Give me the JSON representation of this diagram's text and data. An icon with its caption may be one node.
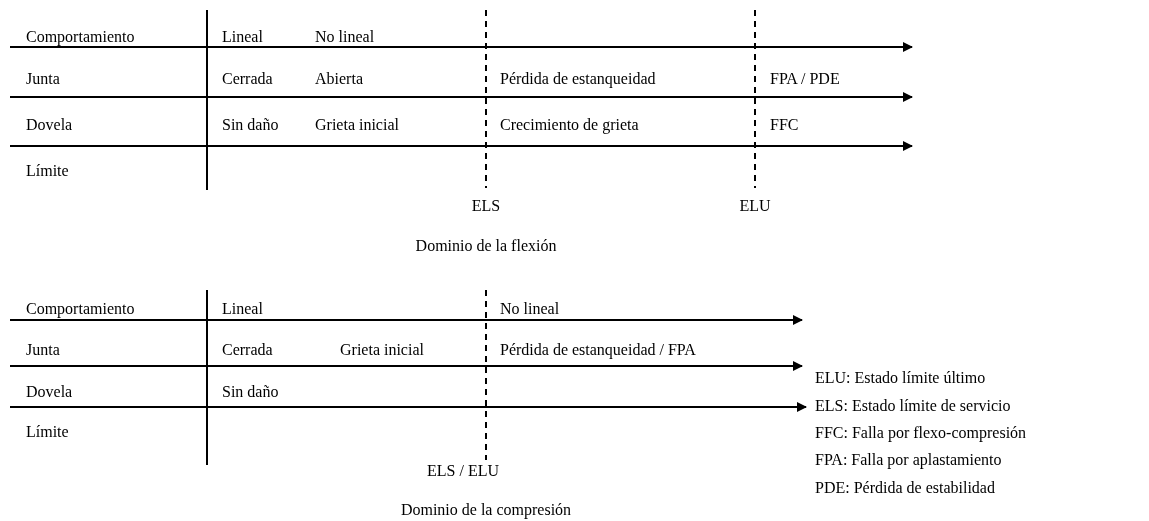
{
  "diagram": {
    "labels": [
      "Comportamiento",
      "Lineal",
      "No lineal",
      "Junta",
      "Cerrada",
      "Abierta",
      "Pérdida de estanqueidad",
      "FPA / PDE",
      "Dovela",
      "Sin daño",
      "Grieta inicial",
      "Crecimiento de grieta",
      "FFC",
      "Límite",
      "ELS",
      "ELU",
      "Dominio de la flexión",
      "Comportamiento",
      "Lineal",
      "No lineal",
      "Junta",
      "Cerrada",
      "Grieta inicial",
      "Pérdida de estanqueidad / FPA",
      "Dovela",
      "Sin daño",
      "Límite",
      "ELS / ELU",
      "Dominio de la compresión",
      "ELU: Estado límite último",
      "ELS: Estado límite de servicio",
      "FFC: Falla por flexo-compresión",
      "FPA: Falla por aplastamiento",
      "PDE: Pérdida de estabilidad"
    ]
  }
}
